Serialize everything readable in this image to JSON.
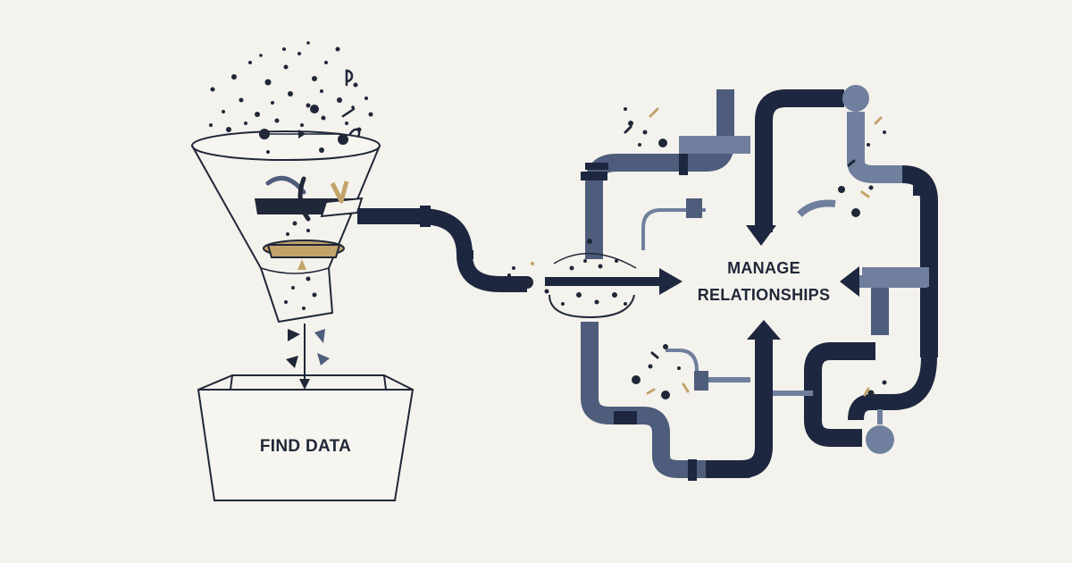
{
  "labels": {
    "find": "FIND DATA",
    "manage_line1": "MANAGE",
    "manage_line2": "RELATIONSHIPS"
  },
  "colors": {
    "background": "#f4f2ec",
    "ink": "#1f2738",
    "pipe_dark": "#1e2740",
    "pipe_mid": "#4e5d7c",
    "pipe_light": "#6f7f9d",
    "accent_gold": "#c2a36a"
  }
}
